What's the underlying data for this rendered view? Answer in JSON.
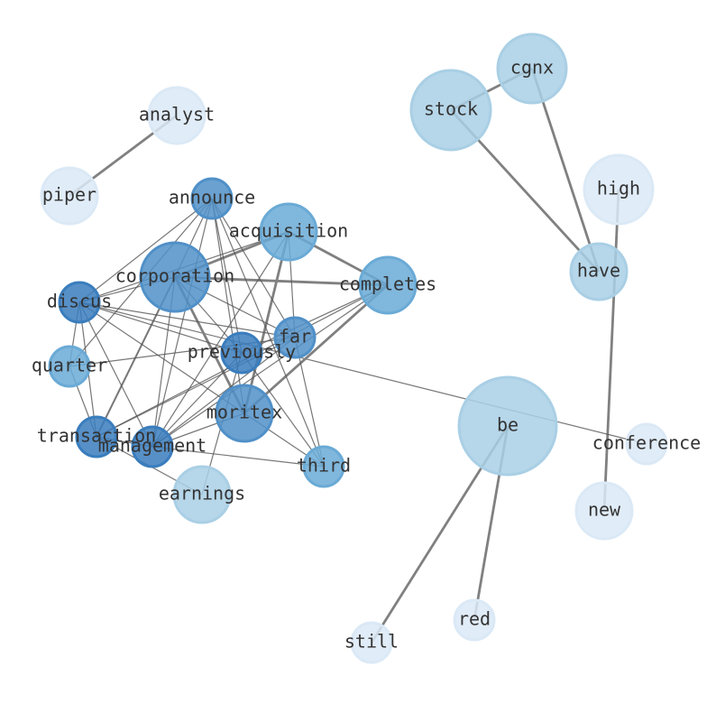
{
  "colors": {
    "edge": "#808080",
    "edge_dense": "#555555",
    "level_1": "#dbe9f6",
    "level_2": "#a9cfe5",
    "level_3": "#6aaad6",
    "level_4": "#5090c8",
    "level_5": "#3a7dbd"
  },
  "nodes": [
    {
      "id": "analyst",
      "label": "analyst",
      "level": 1
    },
    {
      "id": "piper",
      "label": "piper",
      "level": 1
    },
    {
      "id": "announce",
      "label": "announce",
      "level": 4
    },
    {
      "id": "acquisition",
      "label": "acquisition",
      "level": 3
    },
    {
      "id": "corporation",
      "label": "corporation",
      "level": 4
    },
    {
      "id": "discus",
      "label": "discus",
      "level": 5
    },
    {
      "id": "completes",
      "label": "completes",
      "level": 3
    },
    {
      "id": "far",
      "label": "far",
      "level": 4
    },
    {
      "id": "previously",
      "label": "previously",
      "level": 5
    },
    {
      "id": "quarter",
      "label": "quarter",
      "level": 3
    },
    {
      "id": "moritex",
      "label": "moritex",
      "level": 4
    },
    {
      "id": "transaction",
      "label": "transaction",
      "level": 5
    },
    {
      "id": "management",
      "label": "management",
      "level": 5
    },
    {
      "id": "third",
      "label": "third",
      "level": 3
    },
    {
      "id": "earnings",
      "label": "earnings",
      "level": 2
    },
    {
      "id": "stock",
      "label": "stock",
      "level": 2
    },
    {
      "id": "cgnx",
      "label": "cgnx",
      "level": 2
    },
    {
      "id": "high",
      "label": "high",
      "level": 1
    },
    {
      "id": "have",
      "label": "have",
      "level": 2
    },
    {
      "id": "be",
      "label": "be",
      "level": 2
    },
    {
      "id": "conference",
      "label": "conference",
      "level": 1
    },
    {
      "id": "new",
      "label": "new",
      "level": 1
    },
    {
      "id": "red",
      "label": "red",
      "level": 1
    },
    {
      "id": "still",
      "label": "still",
      "level": 1
    }
  ],
  "edges": [
    [
      "analyst",
      "piper",
      2
    ],
    [
      "stock",
      "cgnx",
      2
    ],
    [
      "stock",
      "have",
      2
    ],
    [
      "cgnx",
      "have",
      2
    ],
    [
      "high",
      "new",
      2
    ],
    [
      "be",
      "still",
      2
    ],
    [
      "be",
      "red",
      2
    ],
    [
      "discus",
      "conference",
      1
    ],
    [
      "corporation",
      "acquisition",
      2
    ],
    [
      "corporation",
      "completes",
      2
    ],
    [
      "acquisition",
      "completes",
      2
    ],
    [
      "acquisition",
      "moritex",
      2
    ],
    [
      "completes",
      "moritex",
      2
    ],
    [
      "corporation",
      "moritex",
      2
    ],
    [
      "corporation",
      "transaction",
      1.5
    ],
    [
      "corporation",
      "discus",
      1
    ],
    [
      "acquisition",
      "discus",
      1
    ],
    [
      "discus",
      "far",
      1
    ],
    [
      "discus",
      "previously",
      1
    ],
    [
      "discus",
      "moritex",
      1
    ],
    [
      "discus",
      "quarter",
      1
    ],
    [
      "discus",
      "transaction",
      1
    ],
    [
      "discus",
      "management",
      1
    ],
    [
      "quarter",
      "transaction",
      1
    ],
    [
      "quarter",
      "far",
      1
    ],
    [
      "transaction",
      "management",
      1
    ],
    [
      "transaction",
      "far",
      1
    ],
    [
      "transaction",
      "completes",
      1
    ],
    [
      "management",
      "completes",
      1
    ],
    [
      "management",
      "far",
      1
    ],
    [
      "management",
      "previously",
      1
    ],
    [
      "management",
      "moritex",
      1
    ],
    [
      "management",
      "third",
      1
    ],
    [
      "management",
      "corporation",
      1
    ],
    [
      "transaction",
      "earnings",
      1
    ],
    [
      "earnings",
      "previously",
      1
    ],
    [
      "moritex",
      "third",
      1
    ],
    [
      "far",
      "third",
      1
    ],
    [
      "announce",
      "third",
      1
    ],
    [
      "acquisition",
      "far",
      1
    ],
    [
      "acquisition",
      "management",
      1
    ],
    [
      "corporation",
      "far",
      1
    ],
    [
      "corporation",
      "previously",
      1
    ],
    [
      "announce",
      "far",
      1
    ],
    [
      "announce",
      "previously",
      1
    ],
    [
      "announce",
      "moritex",
      1
    ],
    [
      "announce",
      "management",
      1
    ],
    [
      "announce",
      "discus",
      1
    ],
    [
      "announce",
      "corporation",
      1
    ],
    [
      "announce",
      "quarter",
      1
    ],
    [
      "previously",
      "third",
      1
    ],
    [
      "completes",
      "previously",
      1
    ]
  ]
}
